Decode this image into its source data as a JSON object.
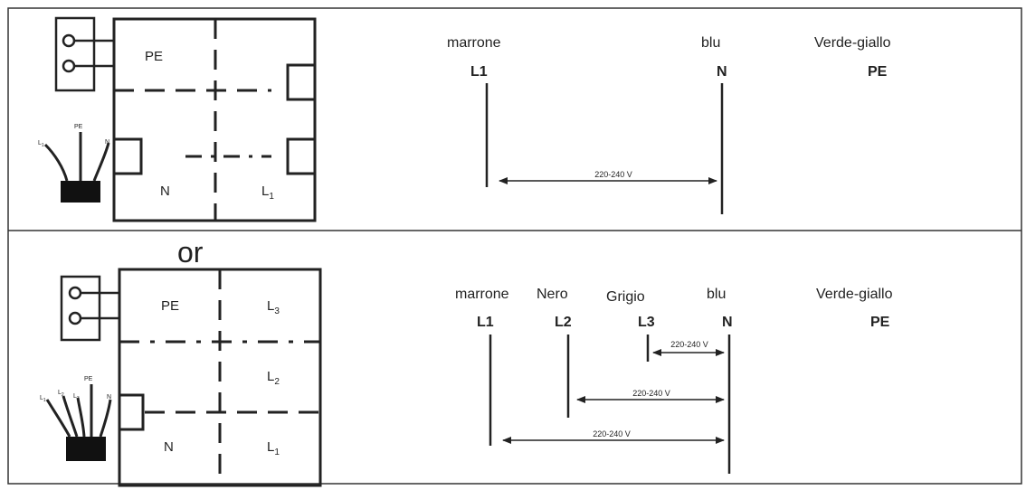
{
  "top": {
    "box_labels": {
      "pe": "PE",
      "n": "N",
      "l1": "L",
      "l1_sub": "1"
    },
    "cable_labels": {
      "l1": "L",
      "l1_sub": "1",
      "pe": "PE",
      "n": "N"
    },
    "wires": [
      {
        "color": "marrone",
        "phase": "L1"
      },
      {
        "color": "blu",
        "phase": "N"
      },
      {
        "color": "Verde-giallo",
        "phase": "PE"
      }
    ],
    "voltage": "220-240 V"
  },
  "separator": "or",
  "bottom": {
    "box_labels": {
      "pe": "PE",
      "l3": "L",
      "l3_sub": "3",
      "l2": "L",
      "l2_sub": "2",
      "n": "N",
      "l1": "L",
      "l1_sub": "1"
    },
    "cable_labels": {
      "l1": "L",
      "l1_sub": "1",
      "l2": "L",
      "l2_sub": "2",
      "l3": "L",
      "l3_sub": "3",
      "pe": "PE",
      "n": "N"
    },
    "wires": [
      {
        "color": "marrone",
        "phase": "L1"
      },
      {
        "color": "Nero",
        "phase": "L2"
      },
      {
        "color": "Grigio",
        "phase": "L3"
      },
      {
        "color": "blu",
        "phase": "N"
      },
      {
        "color": "Verde-giallo",
        "phase": "PE"
      }
    ],
    "voltages": [
      "220-240 V",
      "220-240 V",
      "220-240 V"
    ]
  }
}
